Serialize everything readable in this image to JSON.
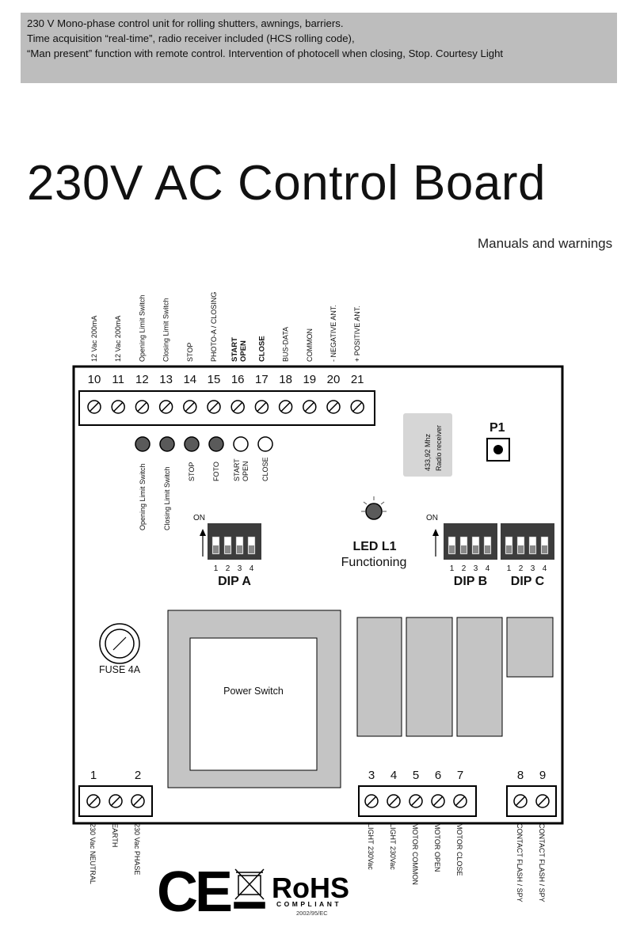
{
  "header": {
    "lines": [
      "230 V Mono-phase control unit for rolling shutters, awnings, barriers.",
      "Time acquisition “real-time”, radio receiver included (HCS rolling code),",
      "“Man present” function with remote control. Intervention of photocell when closing, Stop. Courtesy Light"
    ]
  },
  "title": "230V AC Control Board",
  "subtitle": "Manuals and warnings",
  "top_terminals": [
    {
      "num": "10",
      "label": "12 Vac 200mA",
      "bold": false
    },
    {
      "num": "11",
      "label": "12 Vac 200mA",
      "bold": false
    },
    {
      "num": "12",
      "label": "Opening Limit Switch",
      "bold": false
    },
    {
      "num": "13",
      "label": "Closing Limit Switch",
      "bold": false
    },
    {
      "num": "14",
      "label": "STOP",
      "bold": false
    },
    {
      "num": "15",
      "label": "PHOTO-A / CLOSING",
      "bold": false
    },
    {
      "num": "16",
      "label": "START",
      "label2": "OPEN",
      "bold": true
    },
    {
      "num": "17",
      "label": "CLOSE",
      "bold": true
    },
    {
      "num": "18",
      "label": "BUS-DATA",
      "bold": false
    },
    {
      "num": "19",
      "label": "COMMON",
      "bold": false
    },
    {
      "num": "20",
      "label": "- NEGATIVE ANT.",
      "bold": false
    },
    {
      "num": "21",
      "label": "+ POSITIVE ANT.",
      "bold": false
    }
  ],
  "leds": [
    {
      "label": "Opening Limit Switch",
      "on": true
    },
    {
      "label": "Closing Limit Switch",
      "on": true
    },
    {
      "label": "STOP",
      "on": true
    },
    {
      "label": "FOTO",
      "on": true
    },
    {
      "label": "START",
      "label2": "OPEN",
      "on": false
    },
    {
      "label": "CLOSE",
      "on": false
    }
  ],
  "radio": {
    "freq": "433,92 Mhz",
    "label": "Radio receiver"
  },
  "p1": "P1",
  "led_l1": {
    "title": "LED L1",
    "sub": "Functioning"
  },
  "dip": {
    "on_label": "ON",
    "a": {
      "name": "DIP A",
      "nums": [
        "1",
        "2",
        "3",
        "4"
      ]
    },
    "b": {
      "name": "DIP B",
      "nums": [
        "1",
        "2",
        "3",
        "4"
      ]
    },
    "c": {
      "name": "DIP C",
      "nums": [
        "1",
        "2",
        "3",
        "4"
      ]
    }
  },
  "fuse": "FUSE 4A",
  "power_switch": "Power Switch",
  "bottom_left": [
    {
      "num": "1",
      "label": "230 Vac NEUTRAL"
    },
    {
      "num": "",
      "label": "EARTH"
    },
    {
      "num": "2",
      "label": "230 Vac PHASE"
    }
  ],
  "bottom_mid": [
    {
      "num": "3",
      "label": "LIGHT 230Vac"
    },
    {
      "num": "4",
      "label": "LIGHT 230Vac"
    },
    {
      "num": "5",
      "label": "MOTOR COMMON"
    },
    {
      "num": "6",
      "label": "MOTOR OPEN"
    },
    {
      "num": "7",
      "label": "MOTOR CLOSE"
    }
  ],
  "bottom_right": [
    {
      "num": "8",
      "label": "CONTACT FLASH / SPY"
    },
    {
      "num": "9",
      "label": "CONTACT FLASH / SPY"
    }
  ],
  "logos": {
    "ce": "CE",
    "rohs": "RoHS",
    "rohs_sub": "COMPLIANT",
    "directive": "2002/95/EC"
  },
  "colors": {
    "banner": "#bdbdbd",
    "led_on": "#5a5a5a",
    "relay": "#c4c4c4",
    "transformer": "#c4c4c4"
  }
}
